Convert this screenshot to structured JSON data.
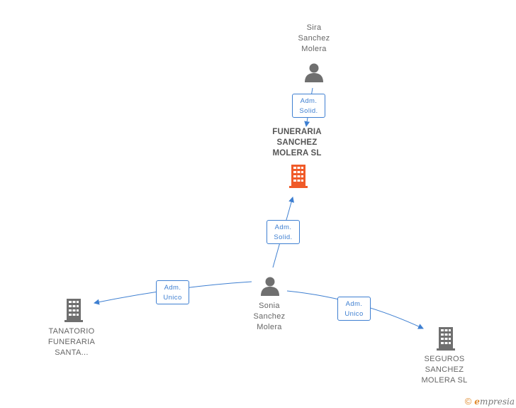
{
  "nodes": {
    "sira": {
      "name_lines": [
        "Sira",
        "Sanchez",
        "Molera"
      ],
      "type": "person"
    },
    "funeraria": {
      "name_lines": [
        "FUNERARIA",
        "SANCHEZ",
        "MOLERA SL"
      ],
      "type": "company-main"
    },
    "sonia": {
      "name_lines": [
        "Sonia",
        "Sanchez",
        "Molera"
      ],
      "type": "person"
    },
    "tanatorio": {
      "name_lines": [
        "TANATORIO",
        "FUNERARIA",
        "SANTA..."
      ],
      "type": "company"
    },
    "seguros": {
      "name_lines": [
        "SEGUROS",
        "SANCHEZ",
        "MOLERA SL"
      ],
      "type": "company"
    }
  },
  "edges": {
    "sira_funeraria": {
      "line1": "Adm.",
      "line2": "Solid."
    },
    "sonia_funeraria": {
      "line1": "Adm.",
      "line2": "Solid."
    },
    "sonia_tanatorio": {
      "line1": "Adm.",
      "line2": "Unico"
    },
    "sonia_seguros": {
      "line1": "Adm.",
      "line2": "Unico"
    }
  },
  "colors": {
    "edge": "#3e7fd1",
    "person_icon": "#6f6f6f",
    "company_icon": "#6f6f6f",
    "main_company_icon": "#f05a28"
  },
  "footer": {
    "copyright_symbol": "©",
    "brand_initial": "e",
    "brand_rest": "mpresia"
  }
}
